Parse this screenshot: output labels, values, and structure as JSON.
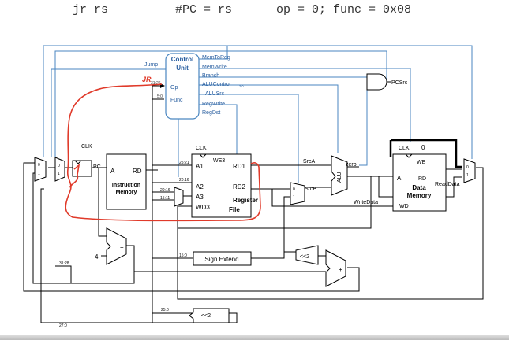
{
  "heading": {
    "instr": "jr rs",
    "comment": "#PC = rs",
    "fields": "op = 0; func = 0x08"
  },
  "control_unit": {
    "title1": "Control",
    "title2": "Unit",
    "in_op": "Op",
    "in_func": "Func",
    "op_bits": "31:26",
    "func_bits": "5:0",
    "outputs": [
      "MemToReg",
      "MemWrite",
      "Branch",
      "ALUControl",
      "ALUSrc",
      "RegWrite",
      "RegDst"
    ],
    "alucontrol_bits": "2:0",
    "jump": "Jump",
    "jr_note": "JR"
  },
  "labels": {
    "pcsrc": "PCSrc",
    "clk": "CLK",
    "pc": "PC",
    "a": "A",
    "rd": "RD",
    "instr_mem1": "Instruction",
    "instr_mem2": "Memory",
    "four": "4",
    "plus": "+",
    "bits_31_28": "31:28",
    "bits_27_0": "27:0",
    "bits_25_0": "25:0",
    "bits_25_21": "25:21",
    "bits_20_16": "20:16",
    "bits_15_11": "15:11",
    "bits_15_0": "15:0",
    "we3": "WE3",
    "a1": "A1",
    "a2": "A2",
    "a3": "A3",
    "wd3": "WD3",
    "rd1": "RD1",
    "rd2": "RD2",
    "regfile1": "Register",
    "regfile2": "File",
    "sign_extend": "Sign Extend",
    "shift2a": "<<2",
    "shift2b": "<<2",
    "srca": "SrcA",
    "srcb": "SrcB",
    "alu": "ALU",
    "zero": "zero",
    "writedata": "WriteData",
    "we": "WE",
    "data_mem1": "Data",
    "data_mem2": "Memory",
    "wd": "WD",
    "readdata": "ReadData",
    "mux0": "0",
    "mux1": "1"
  }
}
